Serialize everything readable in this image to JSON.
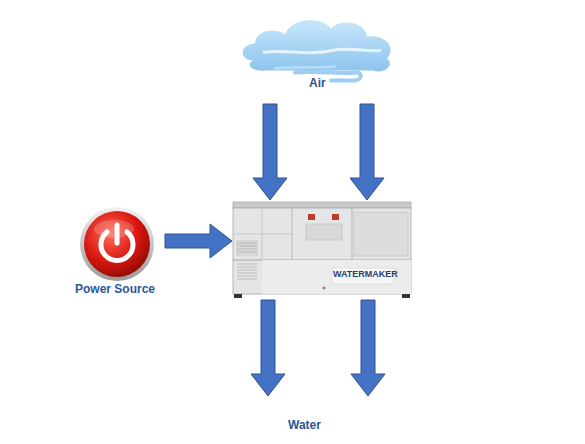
{
  "diagram": {
    "nodes": [
      {
        "text": [
          "Air"
        ]
      },
      {
        "text": [
          "Power Source"
        ]
      },
      {
        "text": [
          "WATERMAKER"
        ]
      },
      {
        "text": [
          "Water"
        ]
      }
    ],
    "edges": [
      {
        "from": 0,
        "to": 2,
        "arrow": "to"
      },
      {
        "from": 0,
        "to": 2,
        "arrow": "to"
      },
      {
        "from": 1,
        "to": 2,
        "arrow": "to"
      },
      {
        "from": 2,
        "to": 3,
        "arrow": "to"
      },
      {
        "from": 2,
        "to": 3,
        "arrow": "to"
      }
    ]
  }
}
